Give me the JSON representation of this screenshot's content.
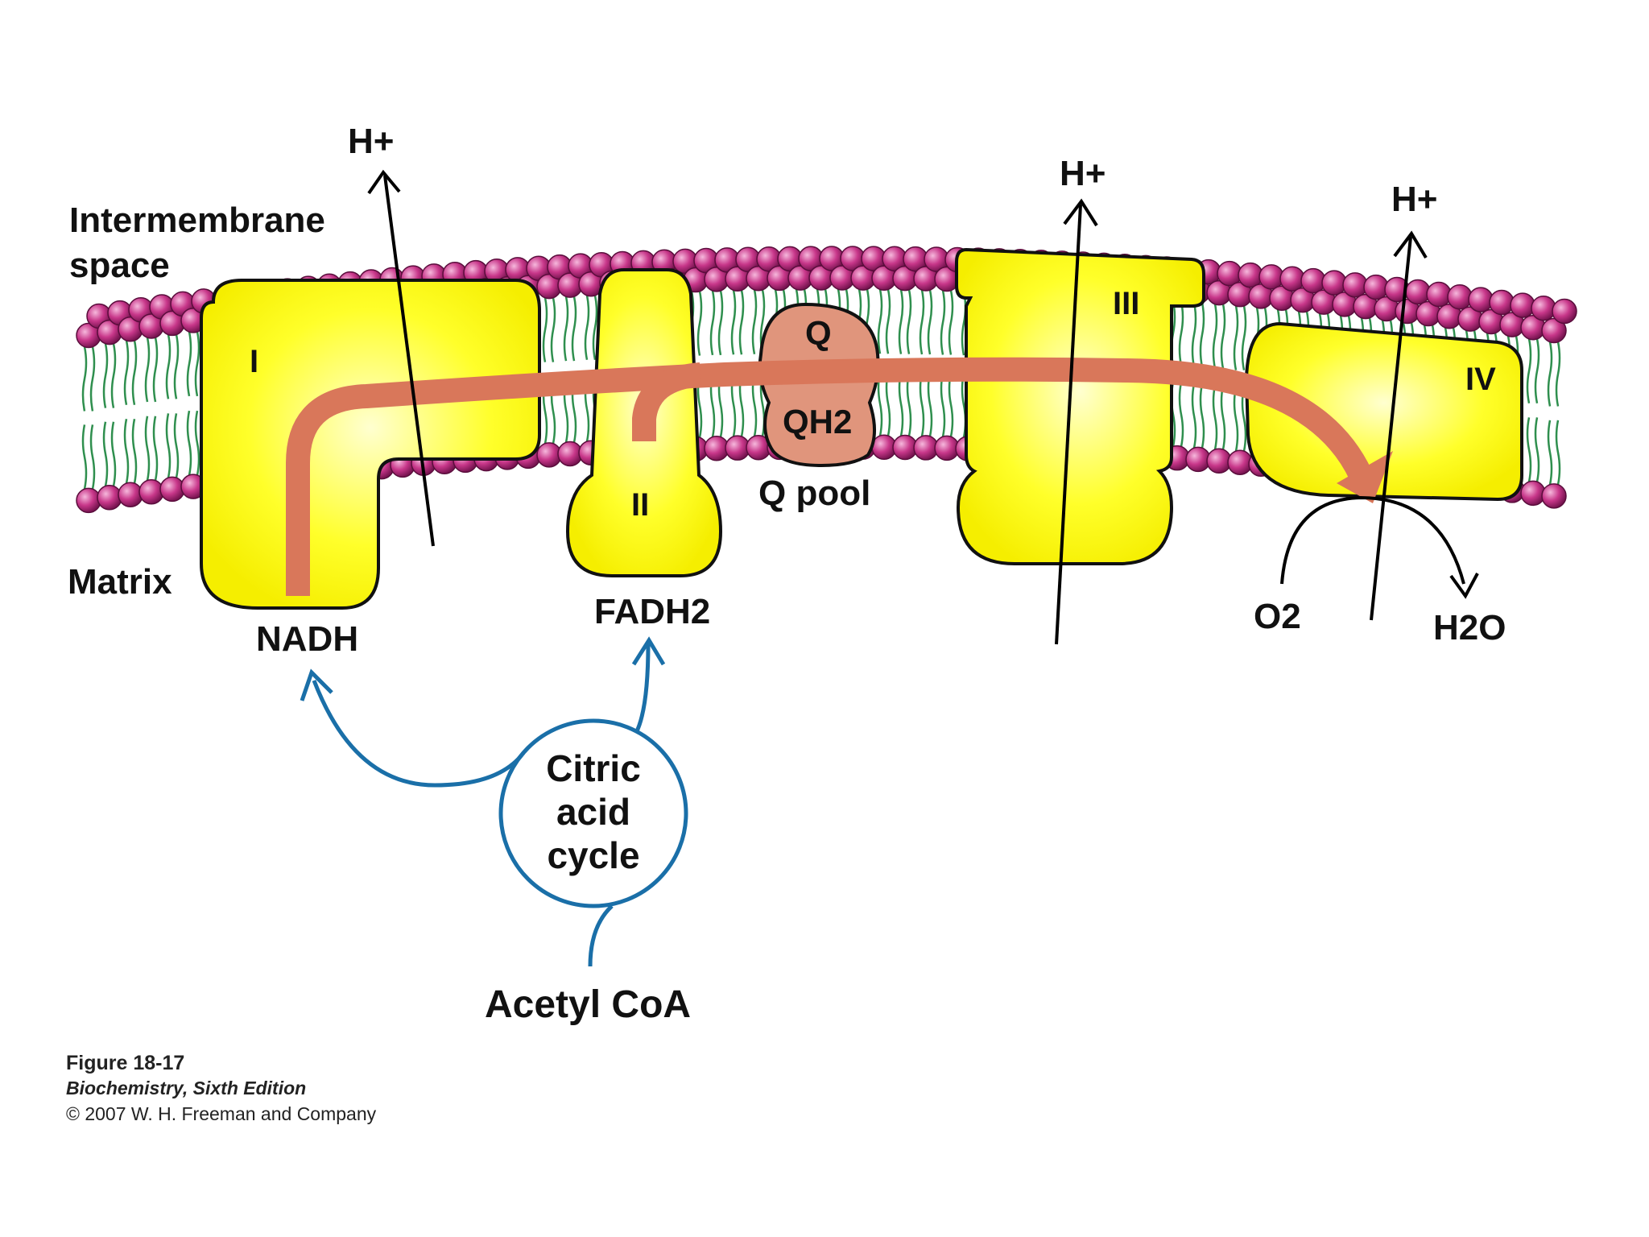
{
  "labels": {
    "intermembrane_line1": "Intermembrane",
    "intermembrane_line2": "space",
    "matrix": "Matrix",
    "h_plus": "H+",
    "complex_I": "I",
    "complex_II": "II",
    "complex_III": "III",
    "complex_IV": "IV",
    "q": "Q",
    "qh2": "QH2",
    "q_pool": "Q pool",
    "nadh": "NADH",
    "fadh2": "FADH2",
    "o2": "O2",
    "h2o": "H2O",
    "cycle_line1": "Citric",
    "cycle_line2": "acid",
    "cycle_line3": "cycle",
    "acetyl_coa": "Acetyl CoA"
  },
  "caption": {
    "figure": "Figure 18-17",
    "book": "Biochemistry, Sixth Edition",
    "copyright": "© 2007 W. H. Freeman and Company"
  },
  "colors": {
    "complex_fill": "#ffff1a",
    "complex_stroke": "#111111",
    "electron_path": "#d9775a",
    "q_fill": "#e0957c",
    "lipid_head": "#c8378a",
    "lipid_tail": "#2f8f4e",
    "cycle_blue": "#1a6fa8",
    "arrow": "#000000"
  }
}
